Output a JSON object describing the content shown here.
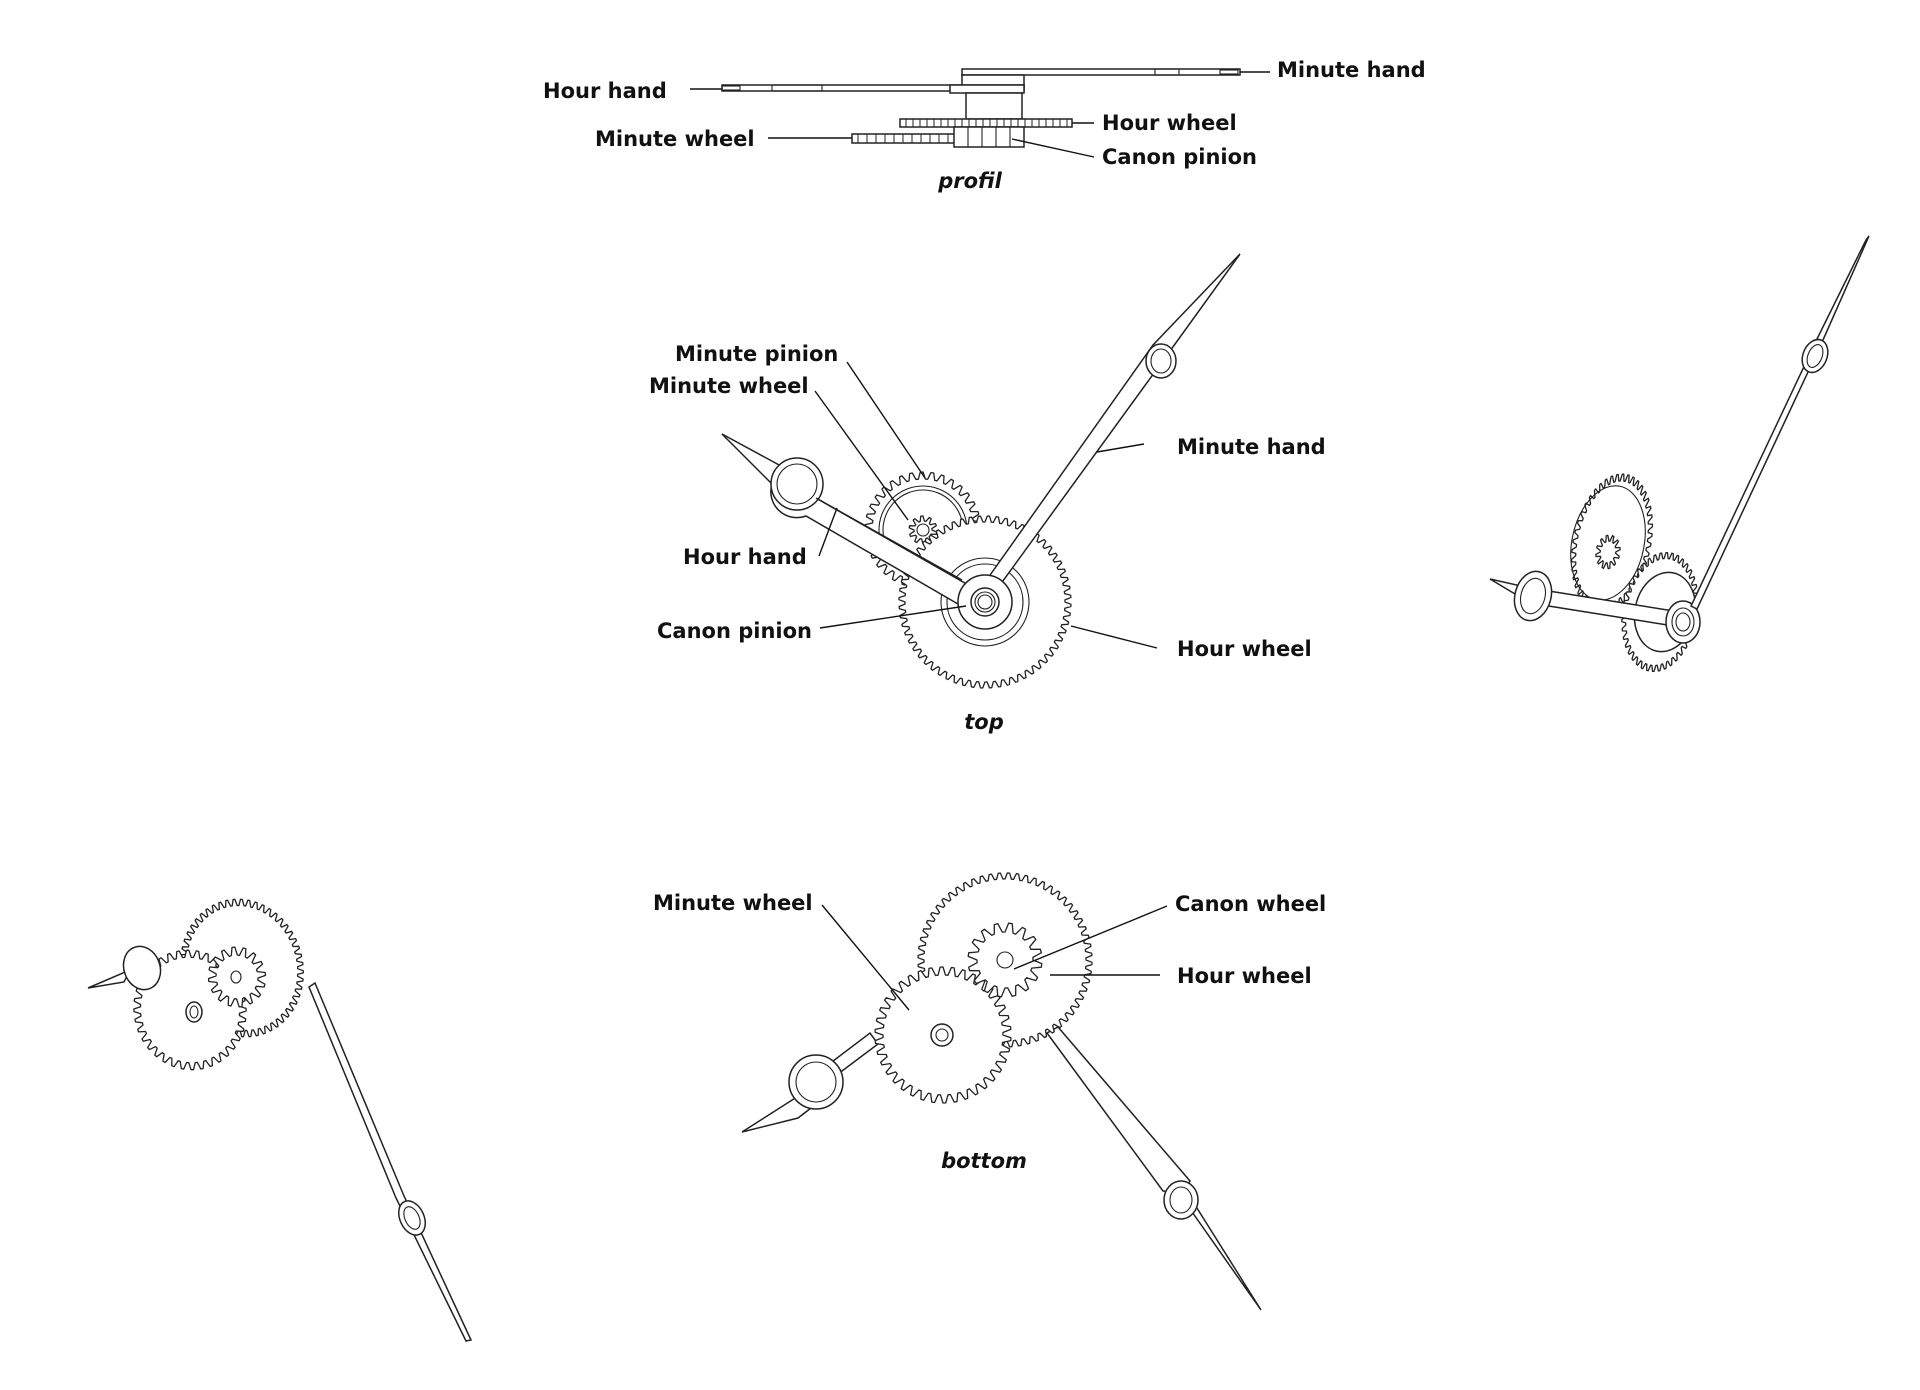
{
  "figure": {
    "title": "Motion work of a watch (hands and wheels)",
    "views": {
      "profil": {
        "caption": "profil",
        "labels": {
          "hour_hand": "Hour hand",
          "minute_hand": "Minute hand",
          "minute_wheel": "Minute wheel",
          "hour_wheel": "Hour wheel",
          "canon_pinion": "Canon pinion"
        }
      },
      "top": {
        "caption": "top",
        "labels": {
          "minute_pinion": "Minute pinion",
          "minute_wheel": "Minute wheel",
          "minute_hand": "Minute hand",
          "hour_hand": "Hour hand",
          "canon_pinion": "Canon pinion",
          "hour_wheel": "Hour wheel"
        }
      },
      "bottom": {
        "caption": "bottom",
        "labels": {
          "minute_wheel": "Minute wheel",
          "canon_wheel": "Canon wheel",
          "hour_wheel": "Hour wheel"
        }
      },
      "isometric_right": {
        "caption": ""
      },
      "isometric_left": {
        "caption": ""
      }
    }
  }
}
